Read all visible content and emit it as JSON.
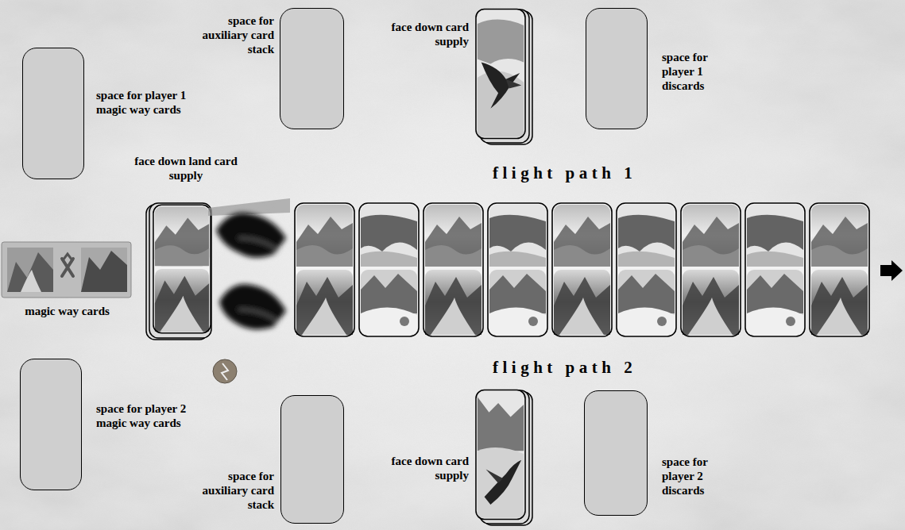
{
  "diagram": {
    "nodes": [
      {
        "text": [
          "space for player 1 magic way cards"
        ]
      },
      {
        "text": [
          "space for auxiliary card stack"
        ]
      },
      {
        "text": [
          "face down card supply"
        ]
      },
      {
        "text": [
          "space for player 1 discards"
        ]
      },
      {
        "text": [
          "face down land card supply"
        ]
      },
      {
        "text": [
          "magic way cards"
        ]
      },
      {
        "text": [
          "space for player 2 magic way cards"
        ]
      },
      {
        "text": [
          "space for auxiliary card stack"
        ]
      },
      {
        "text": [
          "face down card supply"
        ]
      },
      {
        "text": [
          "space for player 2 discards"
        ]
      }
    ],
    "labels": [
      "flight path 1",
      "flight path 2"
    ]
  }
}
